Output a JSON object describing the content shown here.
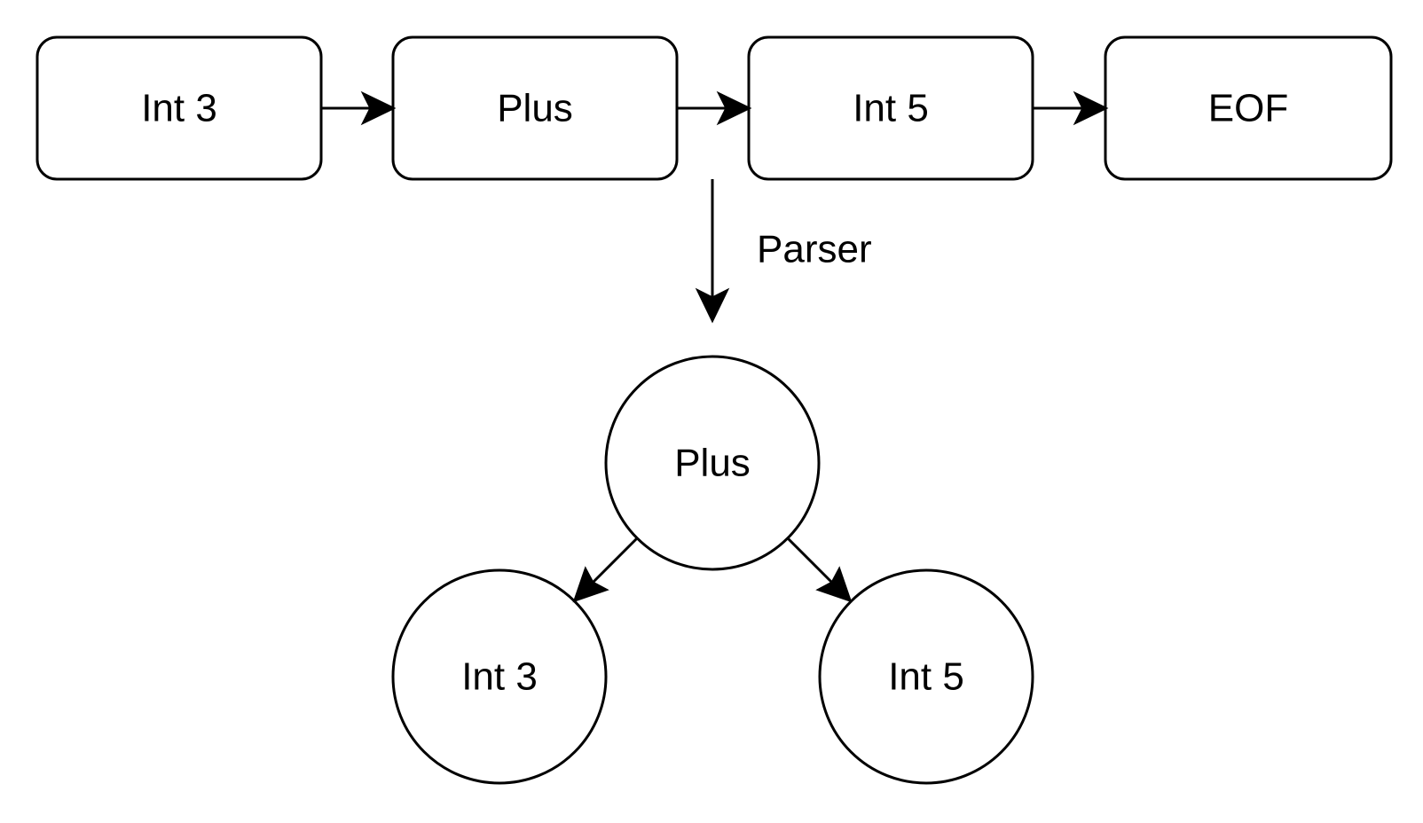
{
  "token_stream": {
    "tokens": [
      {
        "label": "Int 3"
      },
      {
        "label": "Plus"
      },
      {
        "label": "Int 5"
      },
      {
        "label": "EOF"
      }
    ]
  },
  "parser_step": {
    "label": "Parser"
  },
  "ast": {
    "root": {
      "label": "Plus"
    },
    "left_child": {
      "label": "Int 3"
    },
    "right_child": {
      "label": "Int 5"
    }
  }
}
